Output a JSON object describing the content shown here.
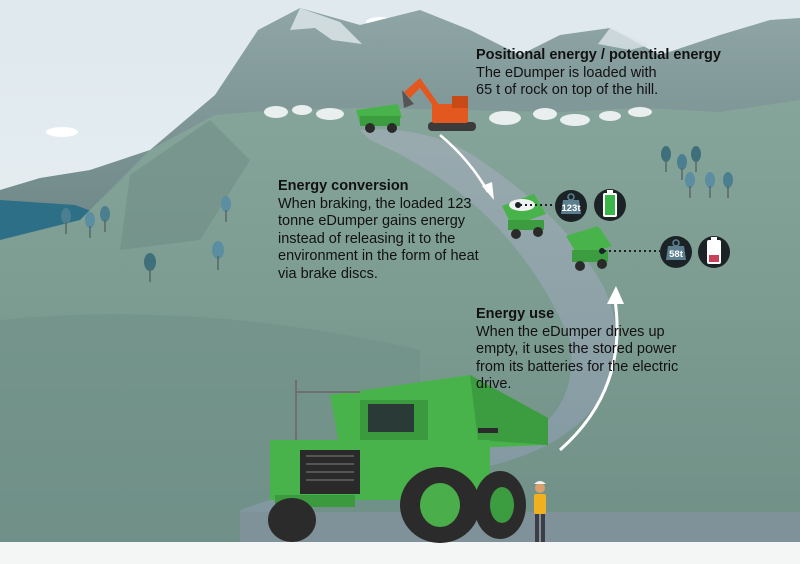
{
  "annotations": {
    "potential": {
      "title": "Positional energy / potential energy",
      "body": "The eDumper is loaded with\n65 t of rock on top of the hill."
    },
    "conversion": {
      "title": "Energy conversion",
      "body": "When braking, the loaded 123\ntonne eDumper gains energy\ninstead of releasing it to the\nenvironment in the form of heat\nvia brake discs."
    },
    "use": {
      "title": "Energy use",
      "body": "When the eDumper drives up\nempty, it uses the stored power\nfrom its batteries for the electric\ndrive."
    }
  },
  "weights": {
    "loaded": "123t",
    "empty": "58t"
  },
  "battery": {
    "loaded_level": 1.0,
    "empty_level": 0.35
  },
  "colors": {
    "sky": "#e6eef2",
    "mountain": "#6f8a8a",
    "hill": "#7e9c92",
    "road": "#8ea1a6",
    "lake": "#2d6f87",
    "truck": "#47b34a",
    "excavator": "#e2581f",
    "battery_full": "#3ab54a",
    "battery_low": "#c8405a",
    "badge": "#1c2326"
  }
}
